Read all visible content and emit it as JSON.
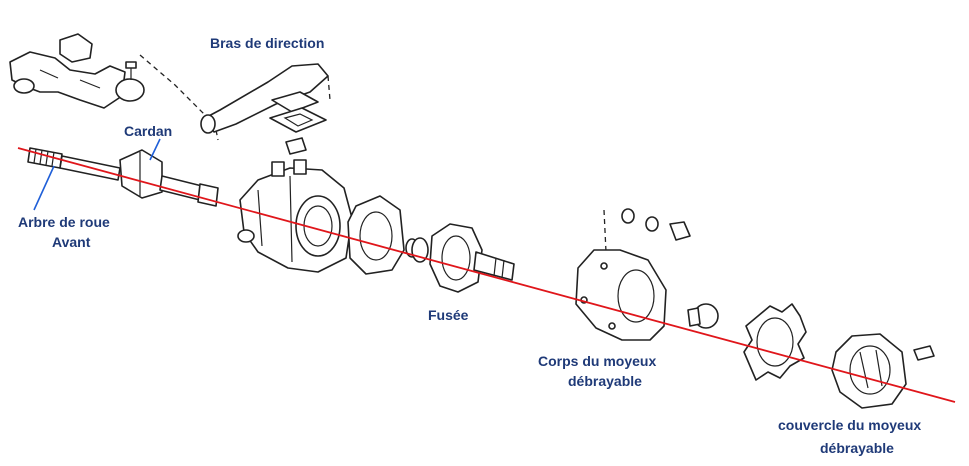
{
  "colors": {
    "axis": "#e0161b",
    "label": "#1f3a78",
    "leader": "#1f5fd8",
    "drawing": "#222222",
    "background": "#ffffff"
  },
  "labels": {
    "bras": "Bras de direction",
    "cardan": "Cardan",
    "arbre_line1": "Arbre de roue",
    "arbre_line2": "Avant",
    "fusee": "Fusée",
    "corps_line1": "Corps du moyeux",
    "corps_line2": "débrayable",
    "couvercle_line1": "couvercle du moyeux",
    "couvercle_line2": "débrayable"
  }
}
